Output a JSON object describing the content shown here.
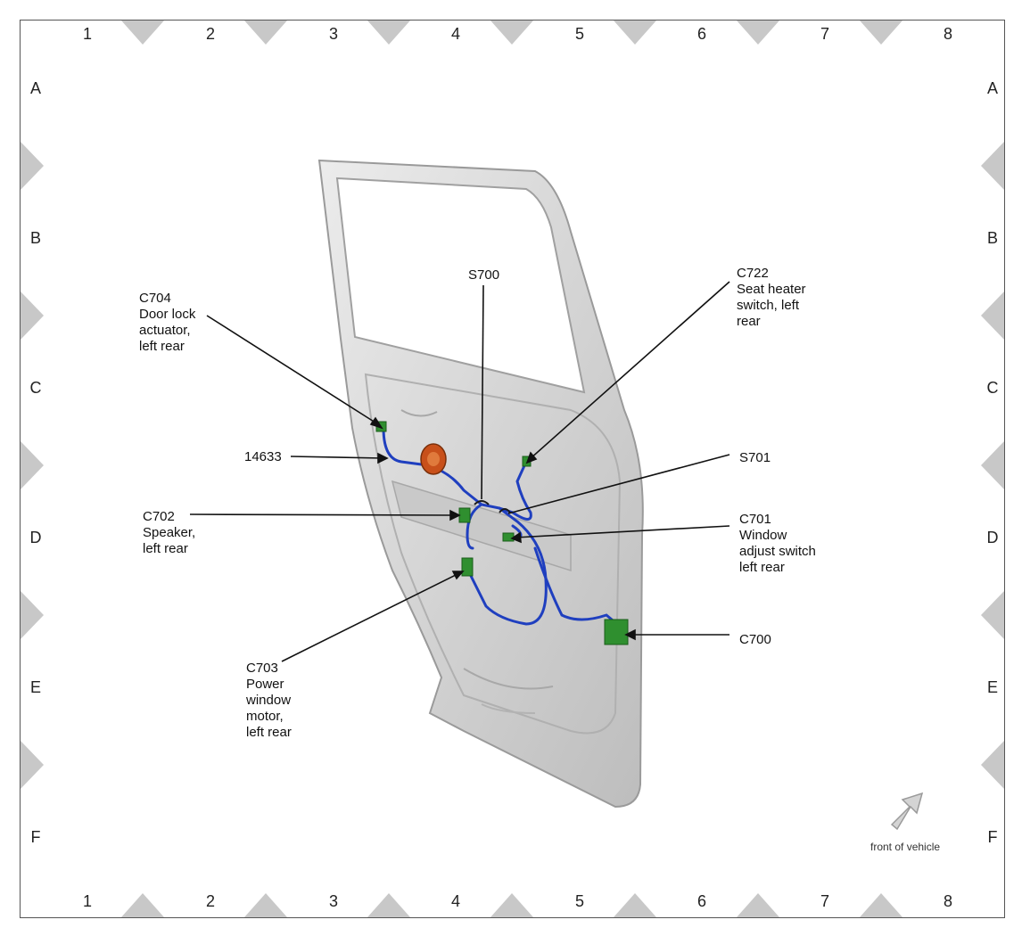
{
  "grid": {
    "columns": [
      "1",
      "2",
      "3",
      "4",
      "5",
      "6",
      "7",
      "8"
    ],
    "rows": [
      "A",
      "B",
      "C",
      "D",
      "E",
      "F"
    ]
  },
  "callouts": {
    "c704": "C704\nDoor lock\nactuator,\nleft rear",
    "p14633": "14633",
    "c702": "C702\nSpeaker,\nleft rear",
    "c703": "C703\nPower\nwindow\nmotor,\nleft rear",
    "s700": "S700",
    "c722": "C722\nSeat heater\nswitch, left\nrear",
    "s701": "S701",
    "c701": "C701\nWindow\nadjust switch\nleft rear",
    "c700": "C700"
  },
  "front_label": "front of vehicle",
  "colors": {
    "harness": "#1f3fbf",
    "connector": "#2f8f2f",
    "grommet": "#c8501a",
    "door": "#d9d9d9",
    "marker": "#c8c8c8"
  },
  "icons": {
    "front_arrow": "front-arrow-icon"
  }
}
